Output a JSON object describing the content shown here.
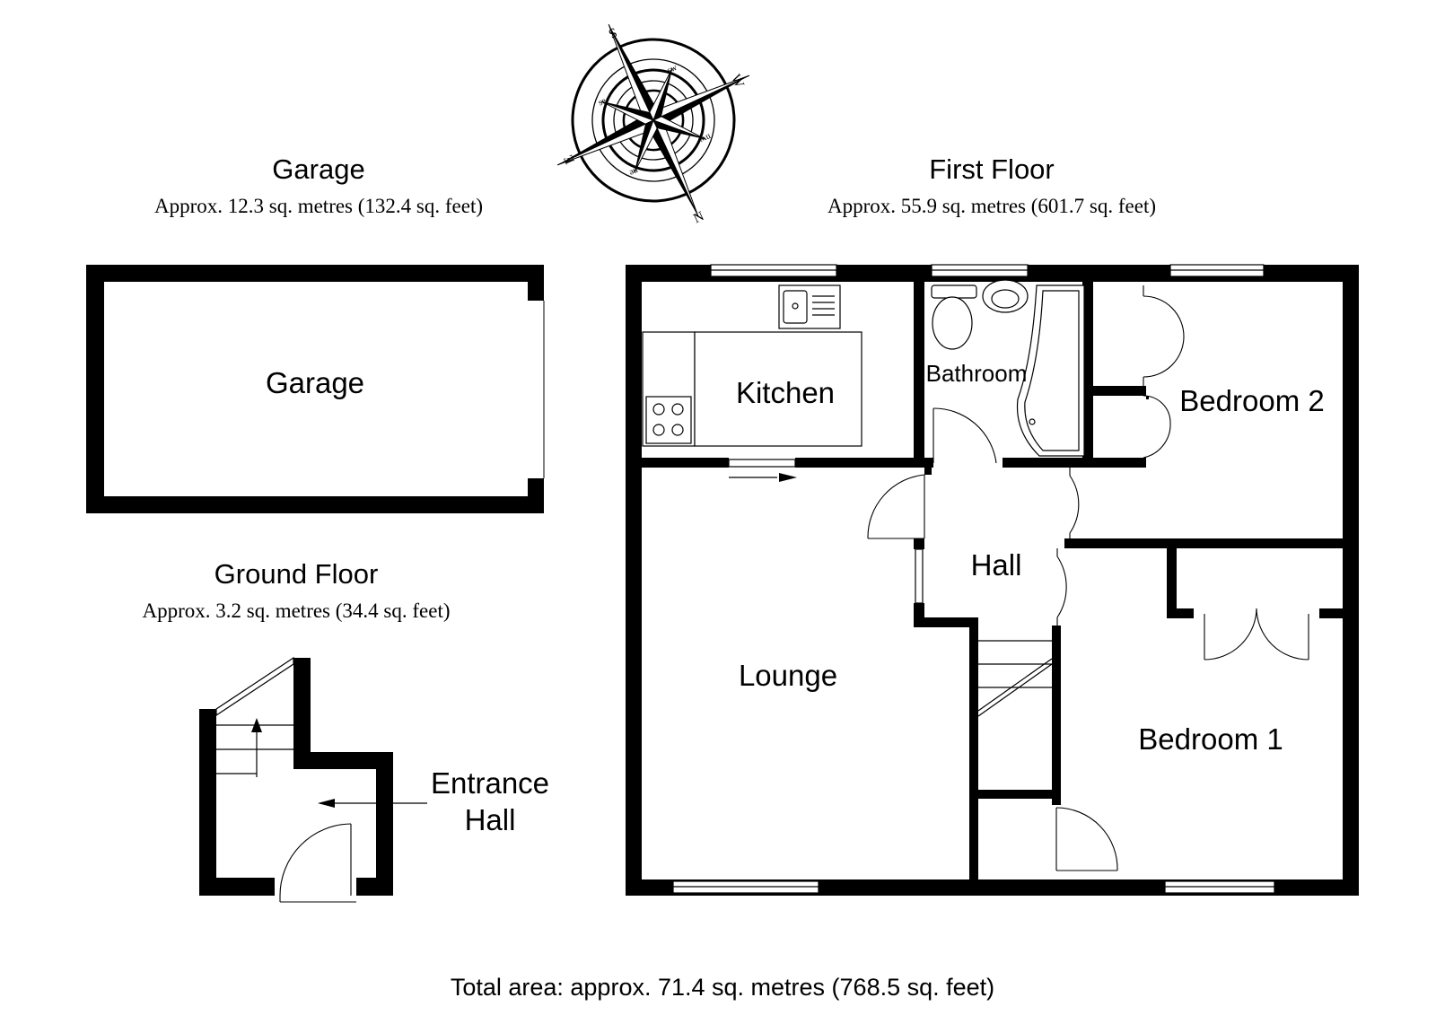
{
  "garage": {
    "title": "Garage",
    "area": "Approx. 12.3 sq. metres (132.4 sq. feet)",
    "room_label": "Garage"
  },
  "first_floor": {
    "title": "First Floor",
    "area": "Approx. 55.9 sq. metres (601.7 sq. feet)",
    "rooms": {
      "kitchen": "Kitchen",
      "bathroom": "Bathroom",
      "bedroom2": "Bedroom 2",
      "hall": "Hall",
      "lounge": "Lounge",
      "bedroom1": "Bedroom 1"
    }
  },
  "ground_floor": {
    "title": "Ground Floor",
    "area": "Approx. 3.2 sq. metres (34.4 sq. feet)",
    "entrance_line1": "Entrance",
    "entrance_line2": "Hall"
  },
  "compass": {
    "letters": {
      "n": "N",
      "s": "S",
      "e": "E",
      "w": "W"
    },
    "inter": {
      "se": "se",
      "sw": "sw",
      "ne": "ne",
      "nw": "nw"
    },
    "icon": "compass-rose-icon"
  },
  "total_area": "Total area: approx. 71.4 sq. metres (768.5 sq. feet)"
}
